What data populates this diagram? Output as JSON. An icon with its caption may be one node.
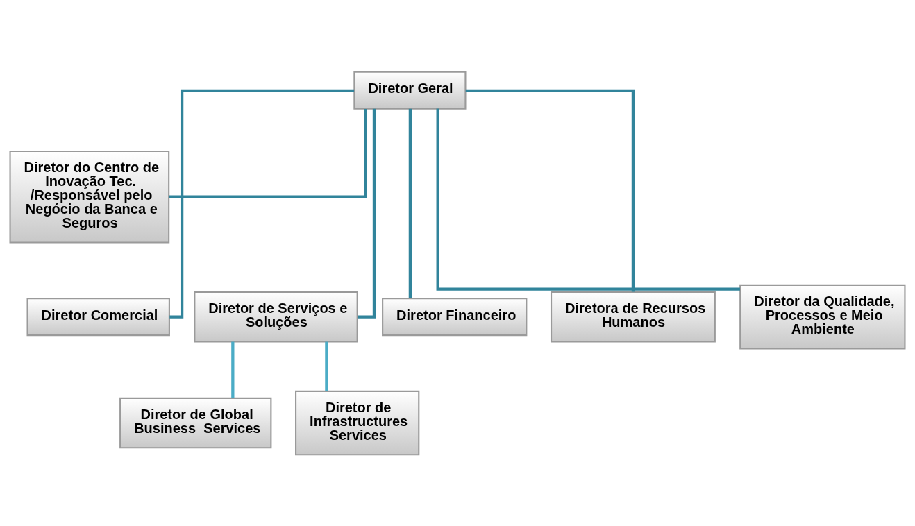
{
  "diagram": {
    "nodes": [
      {
        "text": [
          "Diretor Geral"
        ]
      },
      {
        "text": [
          "Diretor do Centro de Inovação Tec. /Responsável pelo Negócio da Banca e Seguros"
        ]
      },
      {
        "text": [
          "Diretor Comercial"
        ]
      },
      {
        "text": [
          "Diretor de Serviços e Soluções"
        ]
      },
      {
        "text": [
          "Diretor Financeiro"
        ]
      },
      {
        "text": [
          "Diretora de Recursos Humanos"
        ]
      },
      {
        "text": [
          "Diretor da Qualidade, Processos e Meio Ambiente"
        ]
      },
      {
        "text": [
          "Diretor de Global Business  Services"
        ]
      },
      {
        "text": [
          "Diretor de Infrastructures Services"
        ]
      }
    ],
    "edges": [
      {
        "from": 0,
        "to": 1,
        "arrow": "none"
      },
      {
        "from": 0,
        "to": 2,
        "arrow": "none"
      },
      {
        "from": 0,
        "to": 3,
        "arrow": "none"
      },
      {
        "from": 0,
        "to": 4,
        "arrow": "none"
      },
      {
        "from": 0,
        "to": 5,
        "arrow": "none"
      },
      {
        "from": 0,
        "to": 6,
        "arrow": "none"
      },
      {
        "from": 3,
        "to": 7,
        "arrow": "none",
        "color": "#4bacc6"
      },
      {
        "from": 3,
        "to": 8,
        "arrow": "none",
        "color": "#4bacc6"
      }
    ]
  }
}
